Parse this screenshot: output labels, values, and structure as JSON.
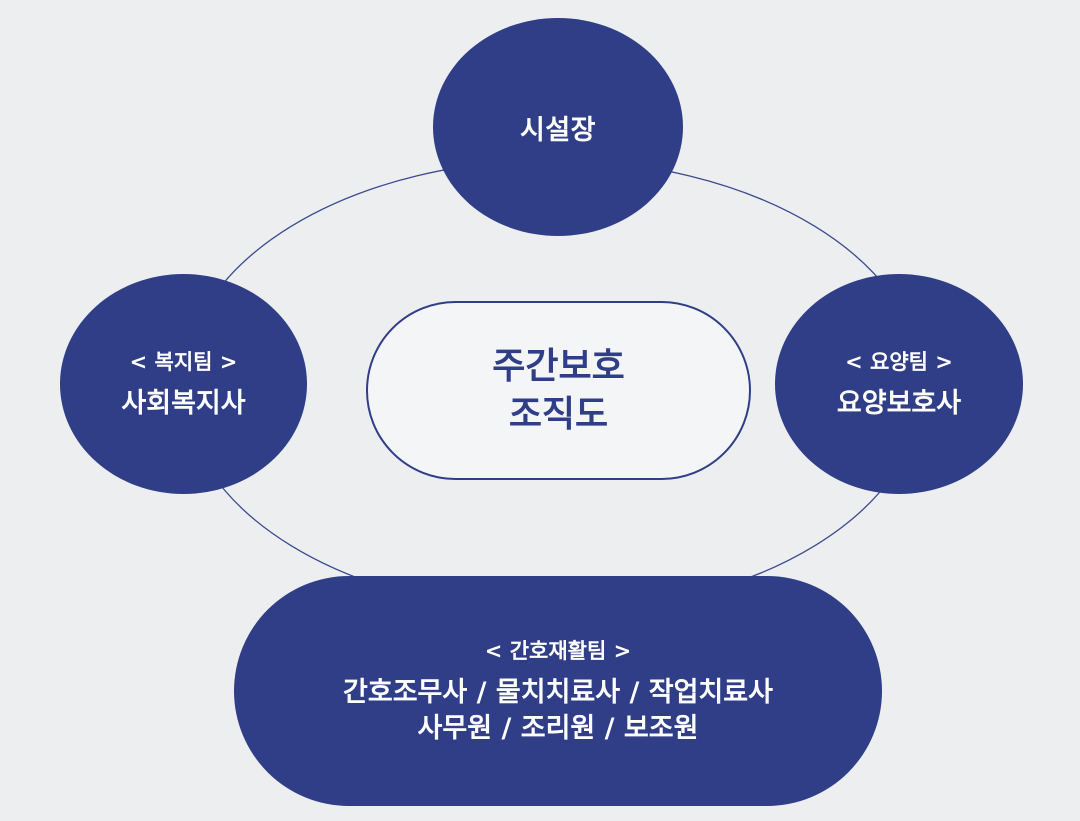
{
  "diagram": {
    "center": {
      "line1": "주간보호",
      "line2": "조직도"
    },
    "director": {
      "title": "시설장"
    },
    "welfare_team": {
      "label": "< 복지팀 >",
      "role": "사회복지사"
    },
    "care_team": {
      "label": "< 요양팀 >",
      "role": "요양보호사"
    },
    "nursing_team": {
      "label": "< 간호재활팀 >",
      "roles_line1": "간호조무사 / 물치치료사 / 작업치료사",
      "roles_line2": "사무원 / 조리원 / 보조원"
    }
  },
  "colors": {
    "node_fill": "#2f3e87",
    "background": "#eceef0",
    "connector": "#2f3e87"
  }
}
